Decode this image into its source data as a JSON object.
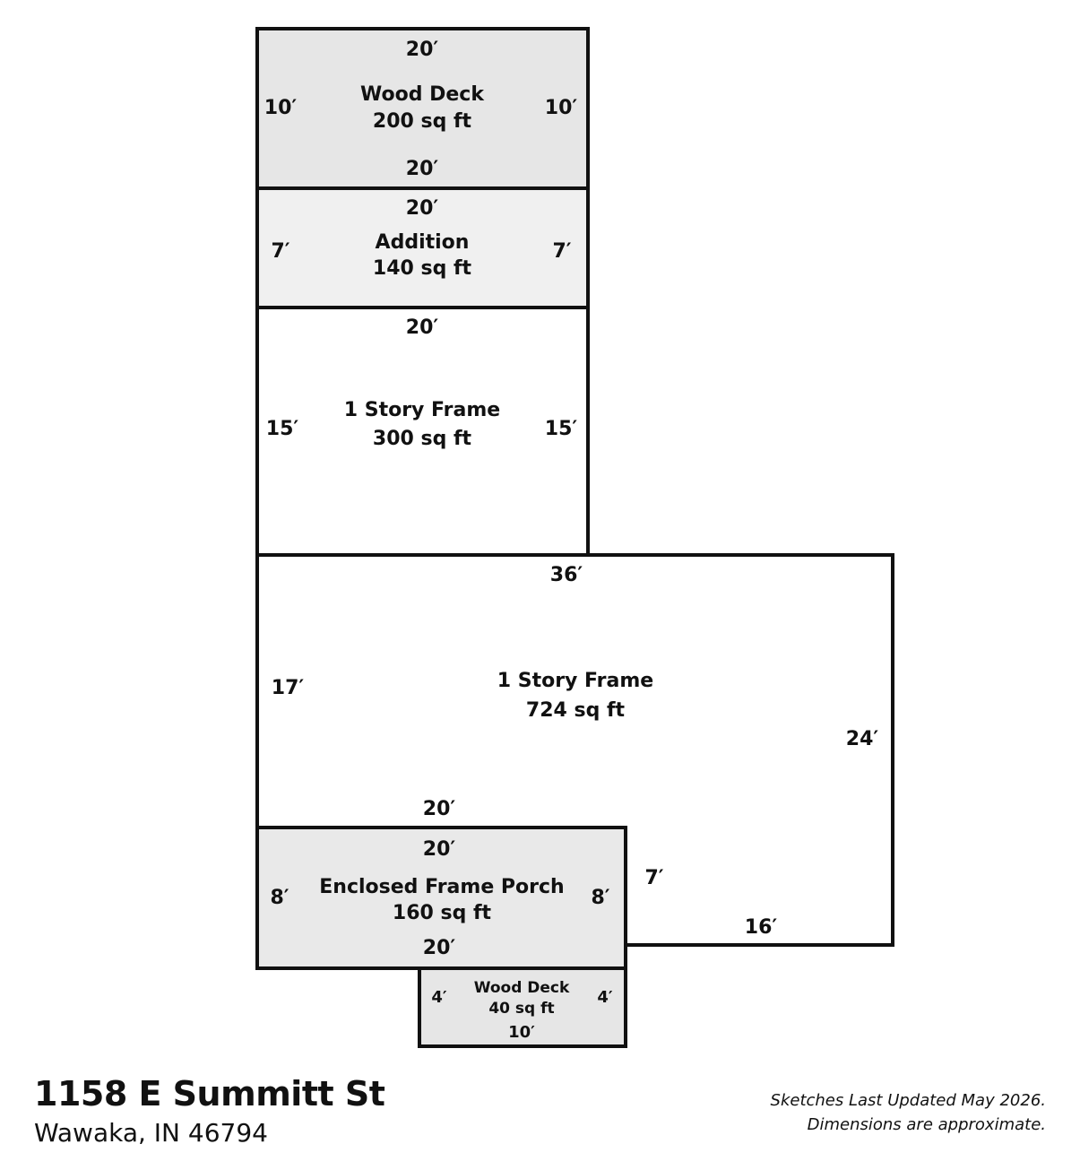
{
  "colors": {
    "outline": "#111111",
    "deck_fill": "#e6e6e6",
    "addition_fill": "#f0f0f0",
    "frame_fill": "#ffffff",
    "porch_fill": "#e9e9e9"
  },
  "rooms": {
    "wood_deck_top": {
      "name": "Wood Deck",
      "area": "200 sq ft",
      "dim_top": "20′",
      "dim_bottom": "20′",
      "dim_left": "10′",
      "dim_right": "10′"
    },
    "addition": {
      "name": "Addition",
      "area": "140 sq ft",
      "dim_top": "20′",
      "dim_left": "7′",
      "dim_right": "7′"
    },
    "frame_upper": {
      "name": "1 Story Frame",
      "area": "300 sq ft",
      "dim_top": "20′",
      "dim_left": "15′",
      "dim_right": "15′"
    },
    "frame_main": {
      "name": "1 Story Frame",
      "area": "724 sq ft",
      "dim_top": "36′",
      "dim_left": "17′",
      "dim_right": "24′",
      "dim_inner_bottom": "20′",
      "dim_notch_vertical": "7′",
      "dim_notch_bottom": "16′"
    },
    "porch": {
      "name": "Enclosed Frame Porch",
      "area": "160 sq ft",
      "dim_top": "20′",
      "dim_bottom": "20′",
      "dim_left": "8′",
      "dim_right": "8′"
    },
    "wood_deck_bottom": {
      "name": "Wood Deck",
      "area": "40 sq ft",
      "dim_left": "4′",
      "dim_right": "4′",
      "dim_bottom": "10′"
    }
  },
  "address": {
    "street": "1158 E Summitt St",
    "city": "Wawaka, IN 46794"
  },
  "note": {
    "line1": "Sketches Last Updated May 2026.",
    "line2": "Dimensions are approximate."
  }
}
